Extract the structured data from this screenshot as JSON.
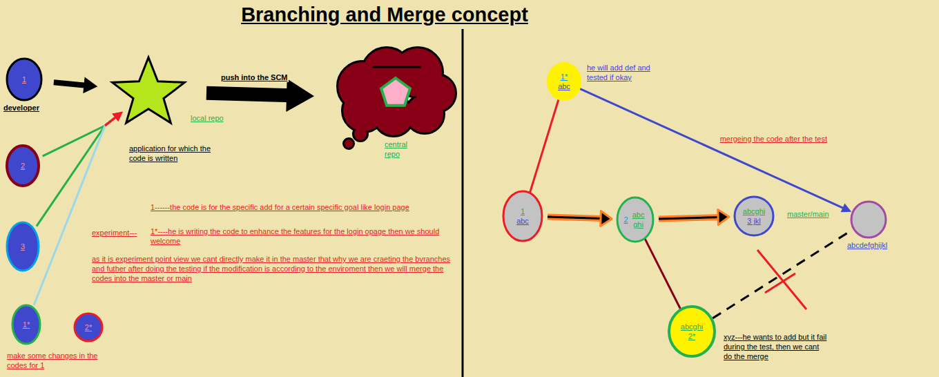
{
  "diagram": {
    "title": "Branching and Merge concept",
    "nodes": [
      {
        "text": [
          "1",
          "developer"
        ]
      },
      {
        "text": [
          "local repo",
          "application for which the code is written"
        ]
      },
      {
        "text": [
          "central repo"
        ]
      },
      {
        "text": [
          "1*",
          "abc"
        ]
      },
      {
        "text": [
          "2"
        ]
      },
      {
        "text": [
          "1",
          "abc"
        ]
      },
      {
        "text": [
          "2",
          "abc ghi"
        ]
      },
      {
        "text": [
          "abcghi",
          "3 jkl"
        ]
      },
      {
        "text": [
          "abcdefghijkl"
        ]
      },
      {
        "text": [
          "3"
        ]
      },
      {
        "text": [
          "1*"
        ]
      },
      {
        "text": [
          "2*"
        ]
      },
      {
        "text": [
          "abcghi",
          "2*"
        ]
      }
    ],
    "edges": [
      {
        "from": 0,
        "to": 1,
        "arrow": "to"
      },
      {
        "from": 1,
        "to": 2,
        "arrow": "to",
        "label": "push into the SCM"
      },
      {
        "from": 4,
        "to": 1,
        "arrow": "to"
      },
      {
        "from": 9,
        "to": 1,
        "arrow": "to"
      },
      {
        "from": 10,
        "to": 1,
        "arrow": "to"
      },
      {
        "from": 5,
        "to": 6,
        "arrow": "to"
      },
      {
        "from": 6,
        "to": 7,
        "arrow": "to"
      },
      {
        "from": 5,
        "to": 3,
        "arrow": "none"
      },
      {
        "from": 3,
        "to": 8,
        "arrow": "to",
        "label": "mergeing the code after the test"
      },
      {
        "from": 6,
        "to": 12,
        "arrow": "none"
      },
      {
        "from": 12,
        "to": 8,
        "arrow": "none"
      }
    ],
    "labels": [
      "he will add def and tested if okay",
      "1------the code is for the specific add for a certain specific goal like login page",
      "master/main",
      "experiment---",
      "1*----he is writing the code to enhance the features for the login opage then we should welcome",
      "as it is experiment point view we cant directly make it in the master that why we are craeting the bvranches and futher after doing the testing if the modification is according to the enviroment then we will merge the codes into the master or main",
      "xyz---he wants to add but it fail during the test, then we cant do the merge",
      "make some changes in the codes for 1"
    ]
  }
}
